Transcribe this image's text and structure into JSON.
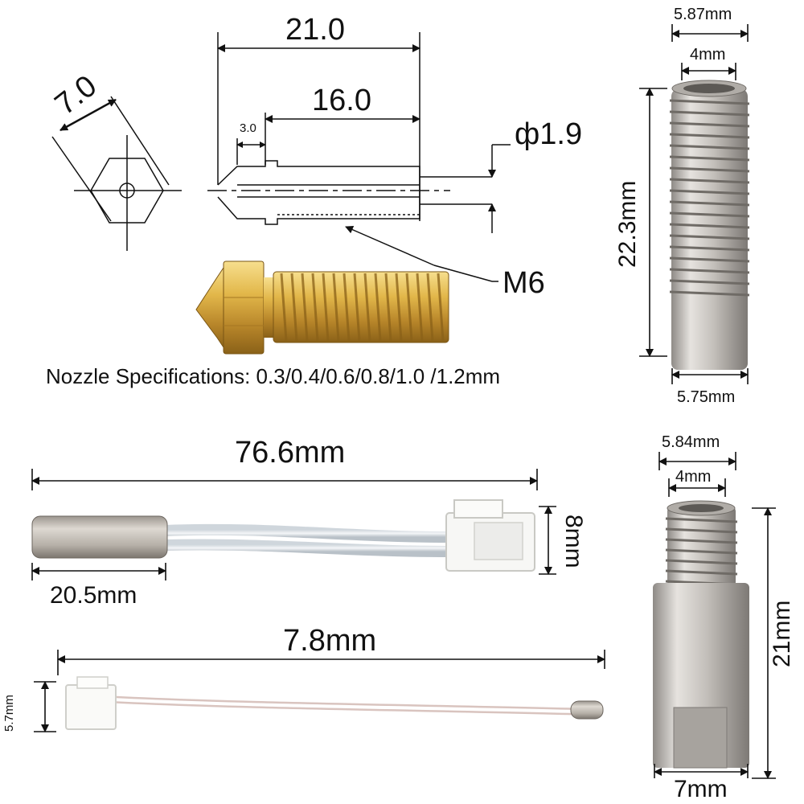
{
  "nozzle_drawing": {
    "length_total": "21.0",
    "thread_length": "16.0",
    "tip_length": "3.0",
    "hex_size": "7.0",
    "bore": "ф1.9",
    "thread": "M6"
  },
  "nozzle_spec": "Nozzle Specifications: 0.3/0.4/0.6/0.8/1.0 /1.2mm",
  "heatbreak_top": {
    "outer_width": "5.87mm",
    "inner_width": "4mm",
    "height": "22.3mm",
    "bottom_width": "5.75mm"
  },
  "heater_cartridge": {
    "length": "76.6mm",
    "body_length": "20.5mm",
    "connector_height": "8mm"
  },
  "thermistor": {
    "length": "7.8mm",
    "connector_height": "5.7mm"
  },
  "heatbreak_bottom": {
    "outer_width": "5.84mm",
    "inner_width": "4mm",
    "height": "21mm",
    "bottom_width": "7mm"
  },
  "colors": {
    "brass": "#d9a93a",
    "steel": "#b9b6b2",
    "line": "#111111"
  }
}
